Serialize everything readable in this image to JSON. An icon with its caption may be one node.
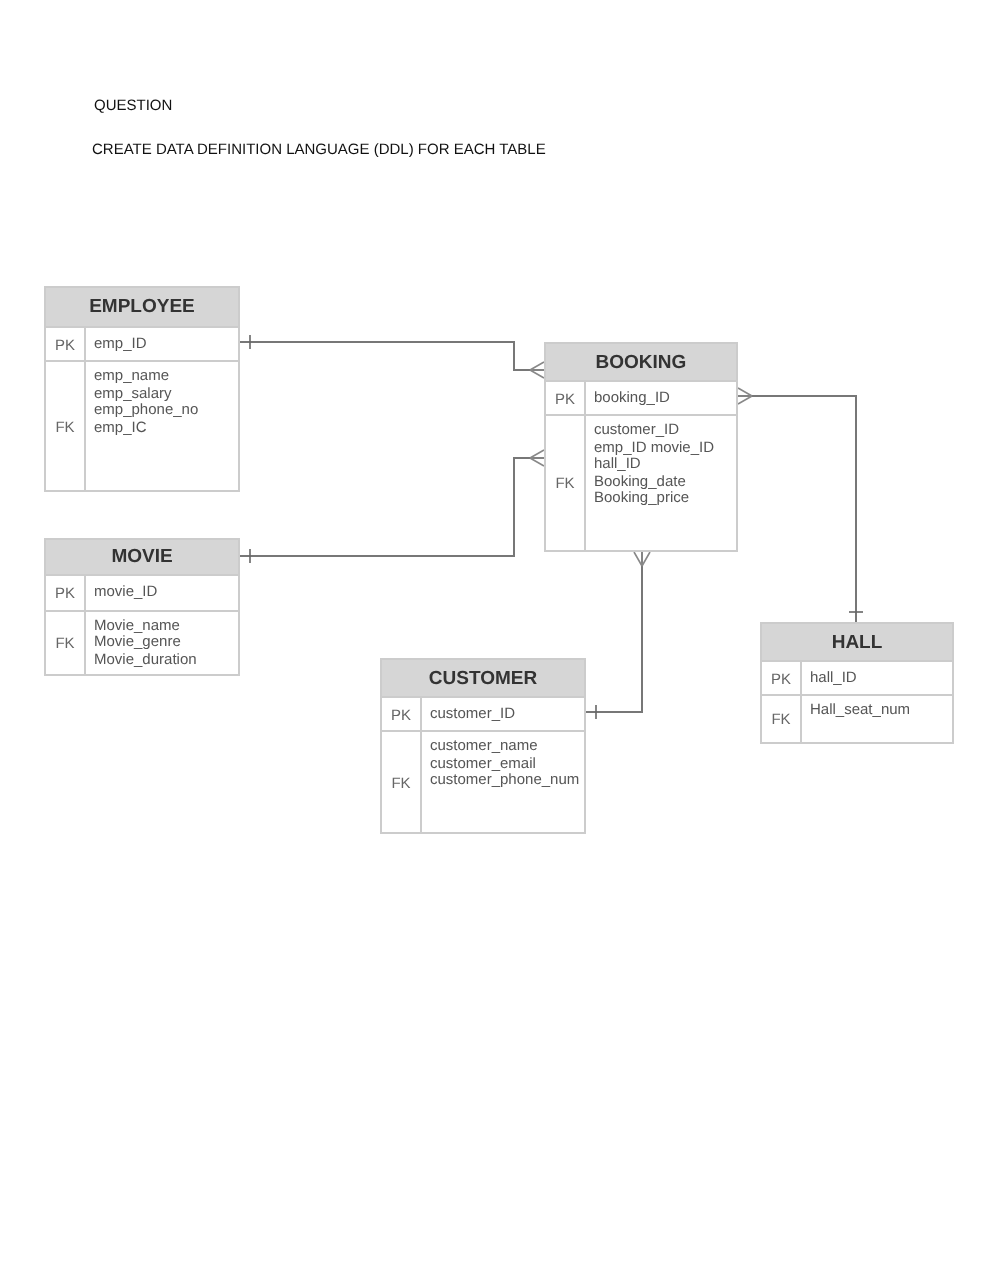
{
  "diagram": {
    "title": "QUESTION",
    "nodes": [
      {
        "text": [
          "EMPLOYEE",
          "PK",
          "emp_ID",
          "FK",
          "emp_name emp_salary emp_phone_no emp_IC"
        ]
      },
      {
        "text": [
          "BOOKING",
          "PK",
          "booking_ID",
          "FK",
          "customer_ID emp_ID movie_ID hall_ID Booking_date Booking_price"
        ]
      },
      {
        "text": [
          "MOVIE",
          "PK",
          "movie_ID",
          "FK",
          "Movie_name Movie_genre Movie_duration"
        ]
      },
      {
        "text": [
          "HALL",
          "PK",
          "hall_ID",
          "FK",
          "Hall_seat_num"
        ]
      },
      {
        "text": [
          "CUSTOMER",
          "PK",
          "customer_ID",
          "FK",
          "customer_name customer_email customer_phone_num"
        ]
      }
    ],
    "edges": [
      {
        "from": 1,
        "to": 0,
        "arrow": "other"
      },
      {
        "from": 1,
        "to": 2,
        "arrow": "other"
      },
      {
        "from": 1,
        "to": 3,
        "arrow": "other"
      },
      {
        "from": 1,
        "to": 4,
        "arrow": "other"
      }
    ],
    "labels": [
      "CREATE DATA DEFINITION LANGUAGE (DDL) FOR EACH TABLE"
    ]
  }
}
